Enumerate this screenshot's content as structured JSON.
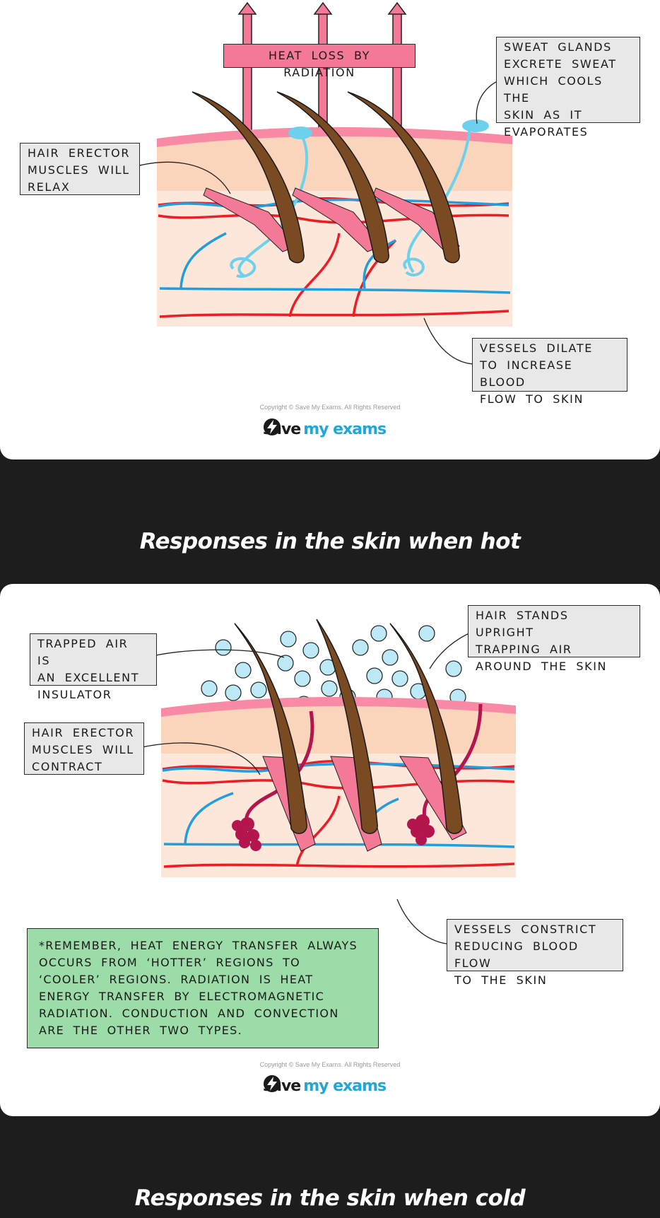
{
  "hot": {
    "heat_label": "HEAT LOSS BY RADIATION",
    "sweat_label": "SWEAT GLANDS\nEXCRETE SWEAT\nWHICH COOLS THE\nSKIN AS IT\nEVAPORATES",
    "muscle_label": "HAIR ERECTOR\nMUSCLES WILL\nRELAX",
    "vessel_label": "VESSELS DILATE\nTO INCREASE BLOOD\nFLOW TO SKIN",
    "copyright": "Copyright © Save My Exams. All Rights Reserved",
    "caption": "Responses in the skin when hot"
  },
  "cold": {
    "air_label": "TRAPPED AIR IS\nAN EXCELLENT\nINSULATOR",
    "hair_label": "HAIR STANDS UPRIGHT\nTRAPPING AIR\nAROUND THE SKIN",
    "muscle_label": "HAIR ERECTOR\nMUSCLES WILL\nCONTRACT",
    "vessel_label": "VESSELS CONSTRICT\nREDUCING BLOOD FLOW\nTO THE SKIN",
    "note": "*REMEMBER, HEAT ENERGY TRANSFER ALWAYS OCCURS FROM ‘HOTTER’ REGIONS TO ‘COOLER’ REGIONS. RADIATION IS HEAT ENERGY TRANSFER BY ELECTROMAGNETIC RADIATION. CONDUCTION AND CONVECTION ARE THE OTHER TWO TYPES.",
    "copyright": "Copyright © Save My Exams. All Rights Reserved",
    "caption": "Responses in the skin when cold"
  },
  "logo": {
    "word1": "save",
    "word2": "my exams"
  },
  "colors": {
    "epidermis": "#f98aa5",
    "dermis": "#fbd4bc",
    "tissue": "#fde6da",
    "artery": "#ee1c25",
    "vein": "#1f9fe0",
    "hair": "#7a4a22",
    "sweat": "#6dd1ee",
    "note_bg": "#9bdca8",
    "erector": "#f47996",
    "constricted_vessel": "#b5154f"
  },
  "icons": [
    "lightning-bolt-icon",
    "arrow-up-icon"
  ]
}
